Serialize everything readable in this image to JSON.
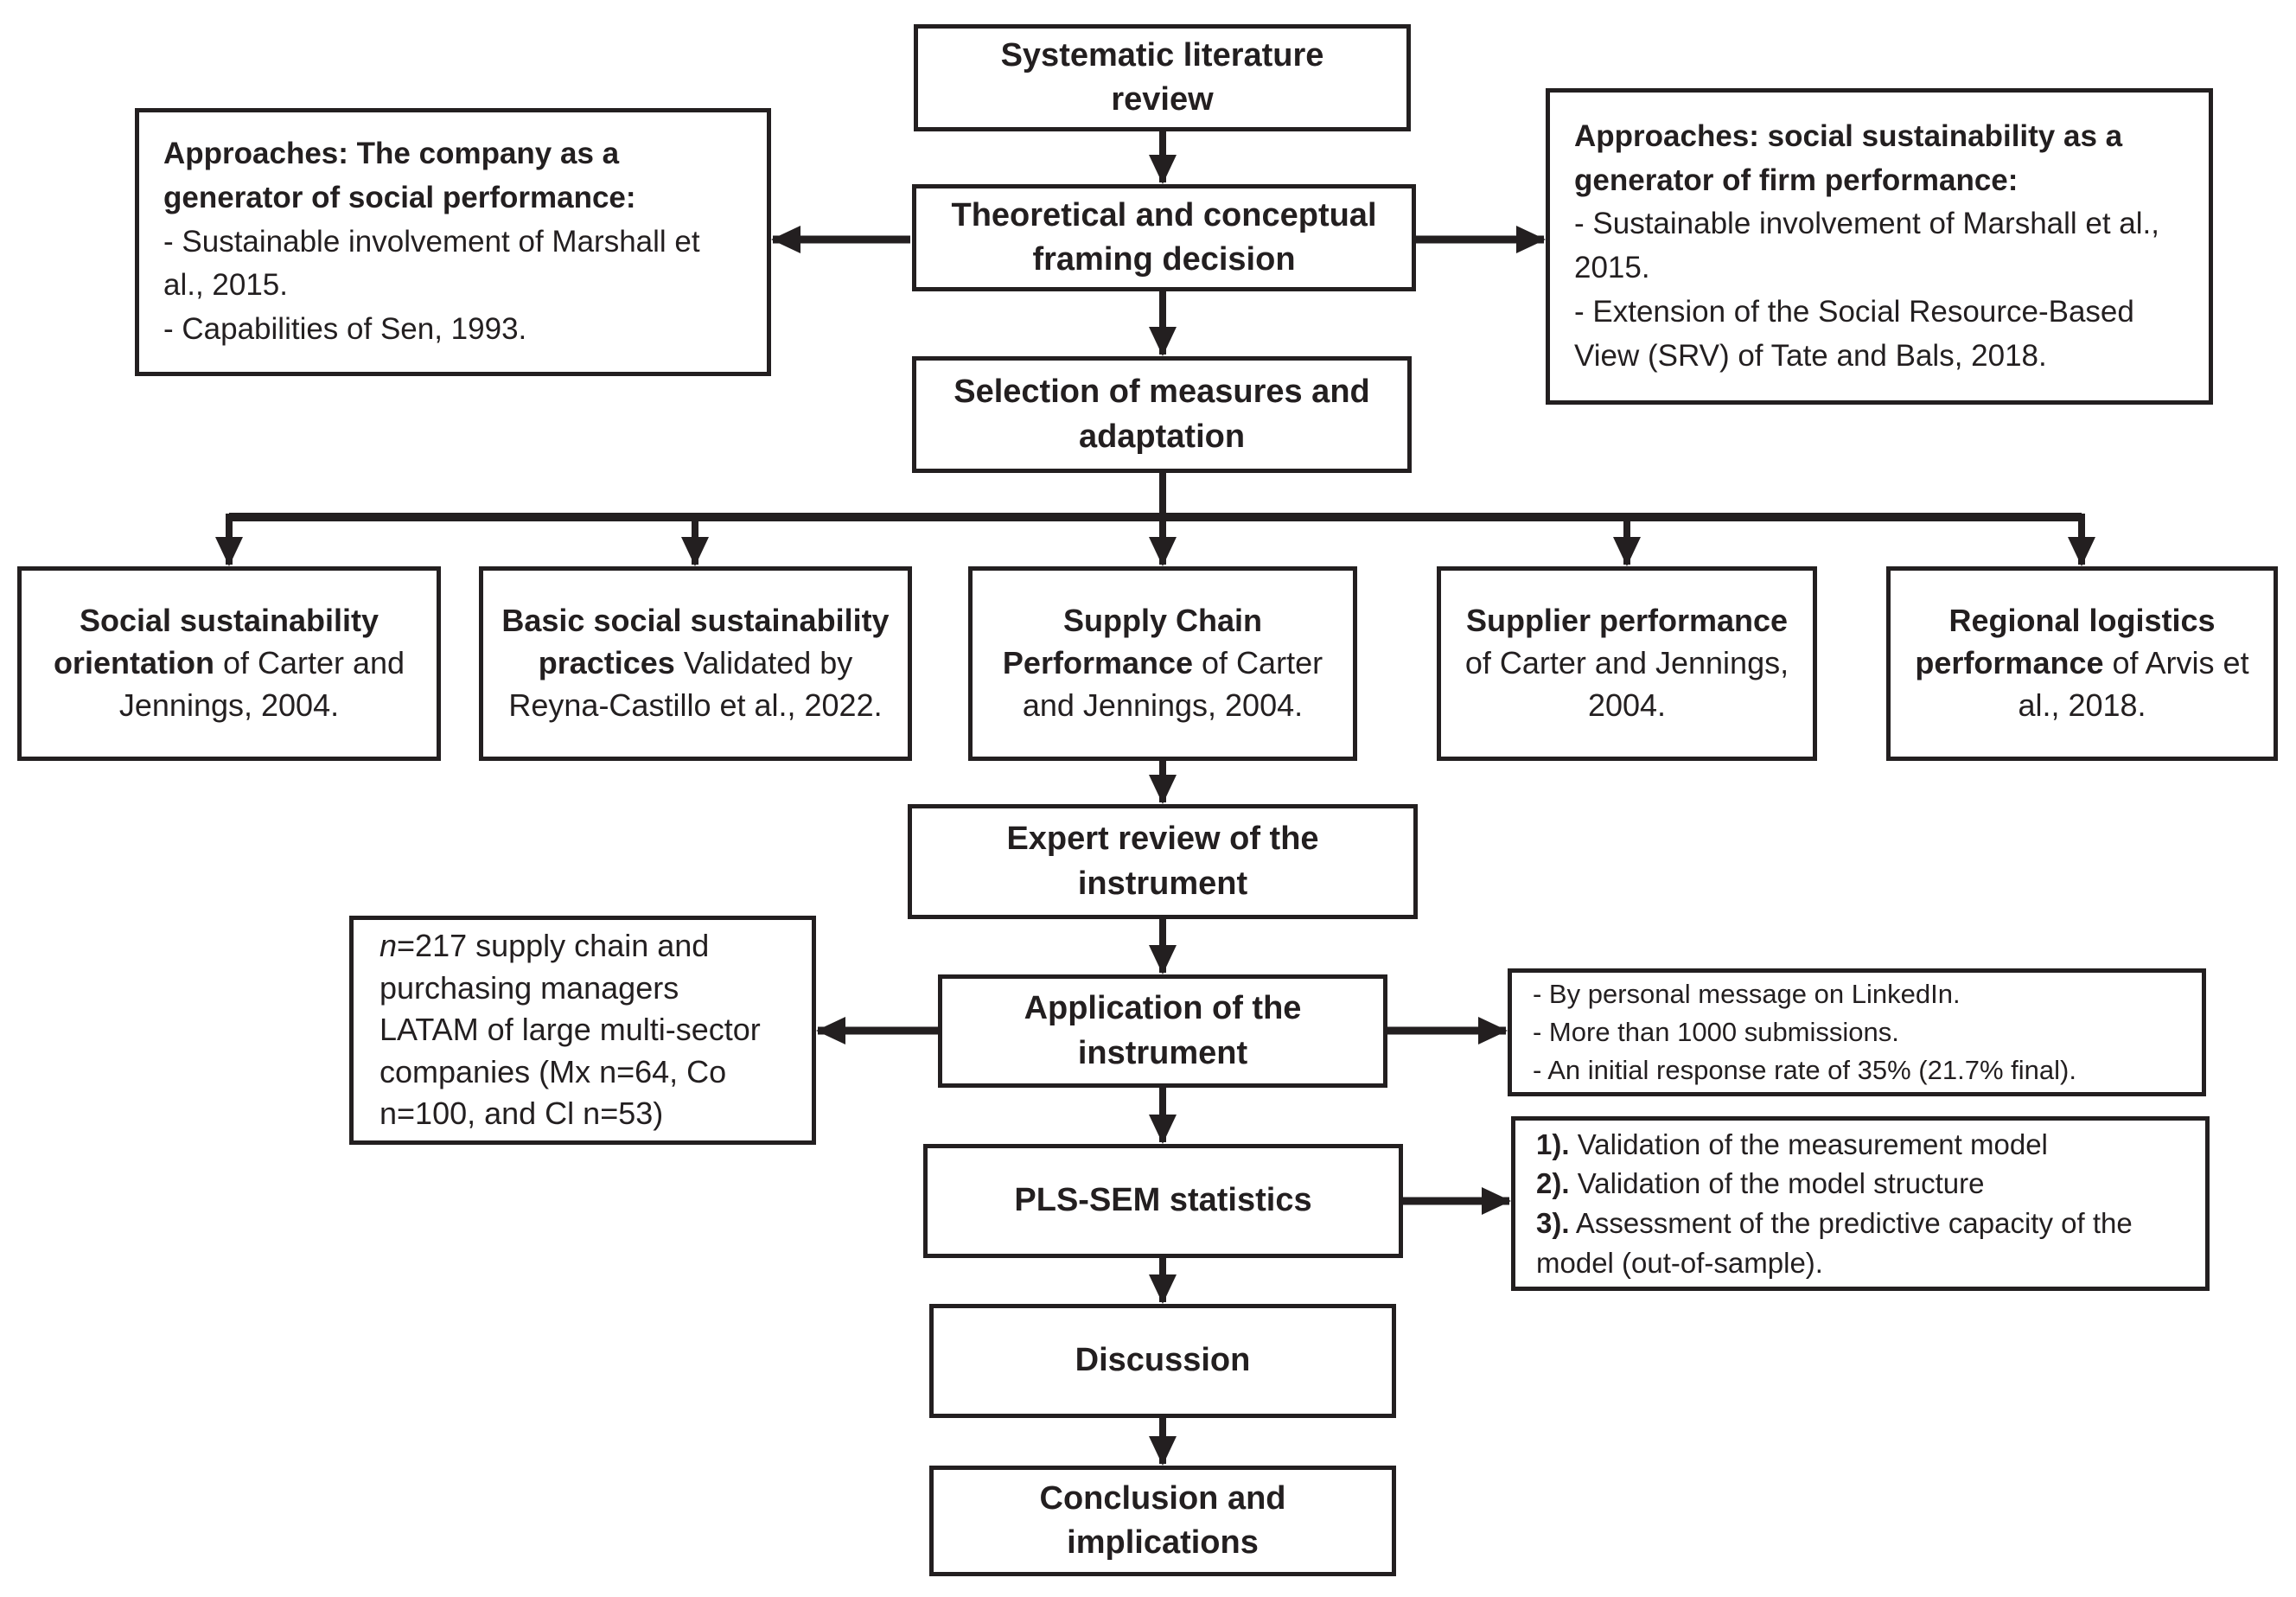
{
  "colors": {
    "ink": "#231f20",
    "background": "#ffffff"
  },
  "flow": {
    "systematic": "Systematic literature\nreview",
    "framing": "Theoretical and conceptual\nframing decision",
    "selection": "Selection of measures and\nadaptation",
    "expert": "Expert review of the\ninstrument",
    "application": "Application of the\ninstrument",
    "pls": "PLS-SEM statistics",
    "discussion": "Discussion",
    "conclusion": "Conclusion and\nimplications"
  },
  "approach_left": {
    "heading": "Approaches: The company as a generator of social performance:",
    "items": [
      "- Sustainable involvement of Marshall et al., 2015.",
      "- Capabilities of Sen, 1993."
    ]
  },
  "approach_right": {
    "heading": "Approaches: social sustainability as a generator of firm performance:",
    "items": [
      "- Sustainable involvement of Marshall et al., 2015.",
      "- Extension of the Social Resource-Based View (SRV) of Tate and Bals, 2018."
    ]
  },
  "measures": [
    {
      "bold": "Social sustainability orientation",
      "rest": " of Carter and Jennings, 2004."
    },
    {
      "bold": "Basic social sustainability practices",
      "rest": " Validated by Reyna-Castillo et al., 2022."
    },
    {
      "bold": "Supply Chain Performance",
      "rest": " of Carter and Jennings, 2004."
    },
    {
      "bold": "Supplier performance",
      "rest": " of Carter and Jennings, 2004."
    },
    {
      "bold": "Regional logistics performance",
      "rest": " of Arvis et al., 2018."
    }
  ],
  "sample": {
    "italic_prefix": "n",
    "text": "=217 supply chain and purchasing managers LATAM of large multi-sector companies (Mx n=64, Co n=100, and Cl n=53)"
  },
  "application_notes": {
    "items": [
      "- By personal message on LinkedIn.",
      "- More than 1000 submissions.",
      "- An initial response rate of 35% (21.7% final)."
    ]
  },
  "pls_steps": {
    "items": [
      {
        "num": "1).",
        "text": "Validation of the measurement model"
      },
      {
        "num": "2).",
        "text": "Validation of the model structure"
      },
      {
        "num": "3).",
        "text": "Assessment of the predictive capacity of the model (out-of-sample)."
      }
    ]
  }
}
